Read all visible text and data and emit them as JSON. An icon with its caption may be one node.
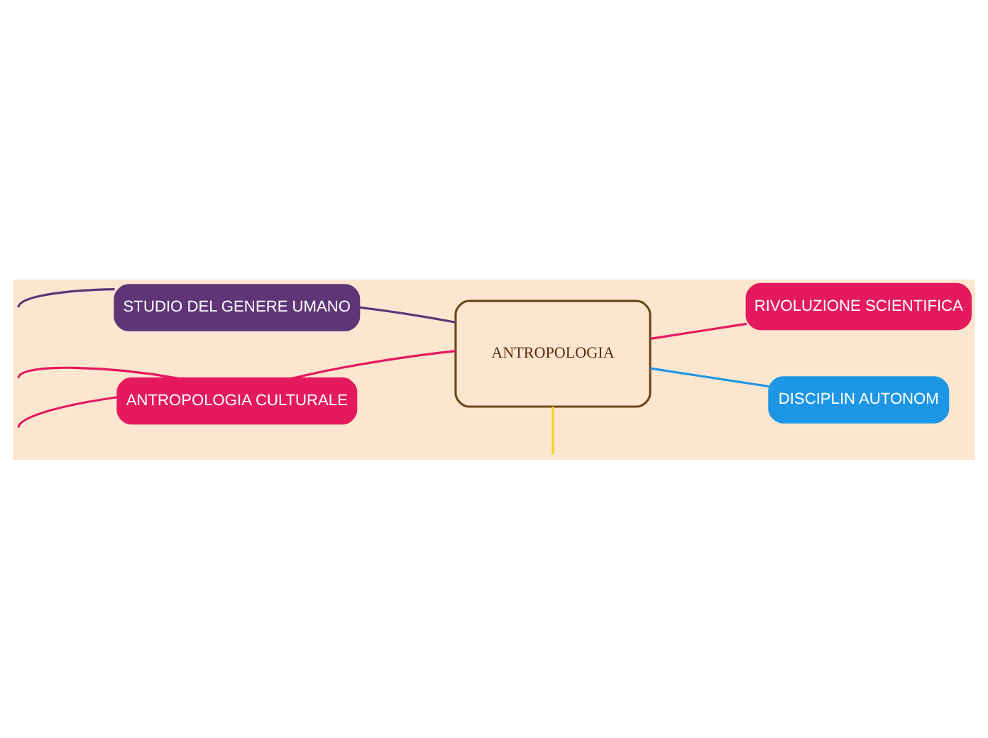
{
  "diagram": {
    "nodes": [
      {
        "text": [
          "ANTROPOLOGIA"
        ]
      },
      {
        "text": [
          "STUDIO DEL GENERE UMANO"
        ]
      },
      {
        "text": [
          "RIVOLUZIONE SCIENTIFICA"
        ]
      },
      {
        "text": [
          "ANTROPOLOGIA CULTURALE"
        ]
      },
      {
        "text": [
          "DISCIPLIN AUTONOM"
        ]
      }
    ],
    "edges": [
      {
        "from": 0,
        "to": null,
        "arrow": "none",
        "color": "#f5d21e"
      },
      {
        "from": 0,
        "to": 1,
        "arrow": "none",
        "color": "#5f3577"
      },
      {
        "from": 0,
        "to": 2,
        "arrow": "none",
        "color": "#e5195e"
      },
      {
        "from": 0,
        "to": 3,
        "arrow": "none",
        "color": "#e5195e"
      },
      {
        "from": 0,
        "to": 4,
        "arrow": "none",
        "color": "#1e96e6"
      },
      {
        "from": 1,
        "to": null,
        "arrow": "none",
        "color": "#5f3577"
      },
      {
        "from": 3,
        "to": null,
        "arrow": "none",
        "color": "#e5195e"
      },
      {
        "from": 3,
        "to": null,
        "arrow": "none",
        "color": "#e5195e"
      }
    ]
  }
}
